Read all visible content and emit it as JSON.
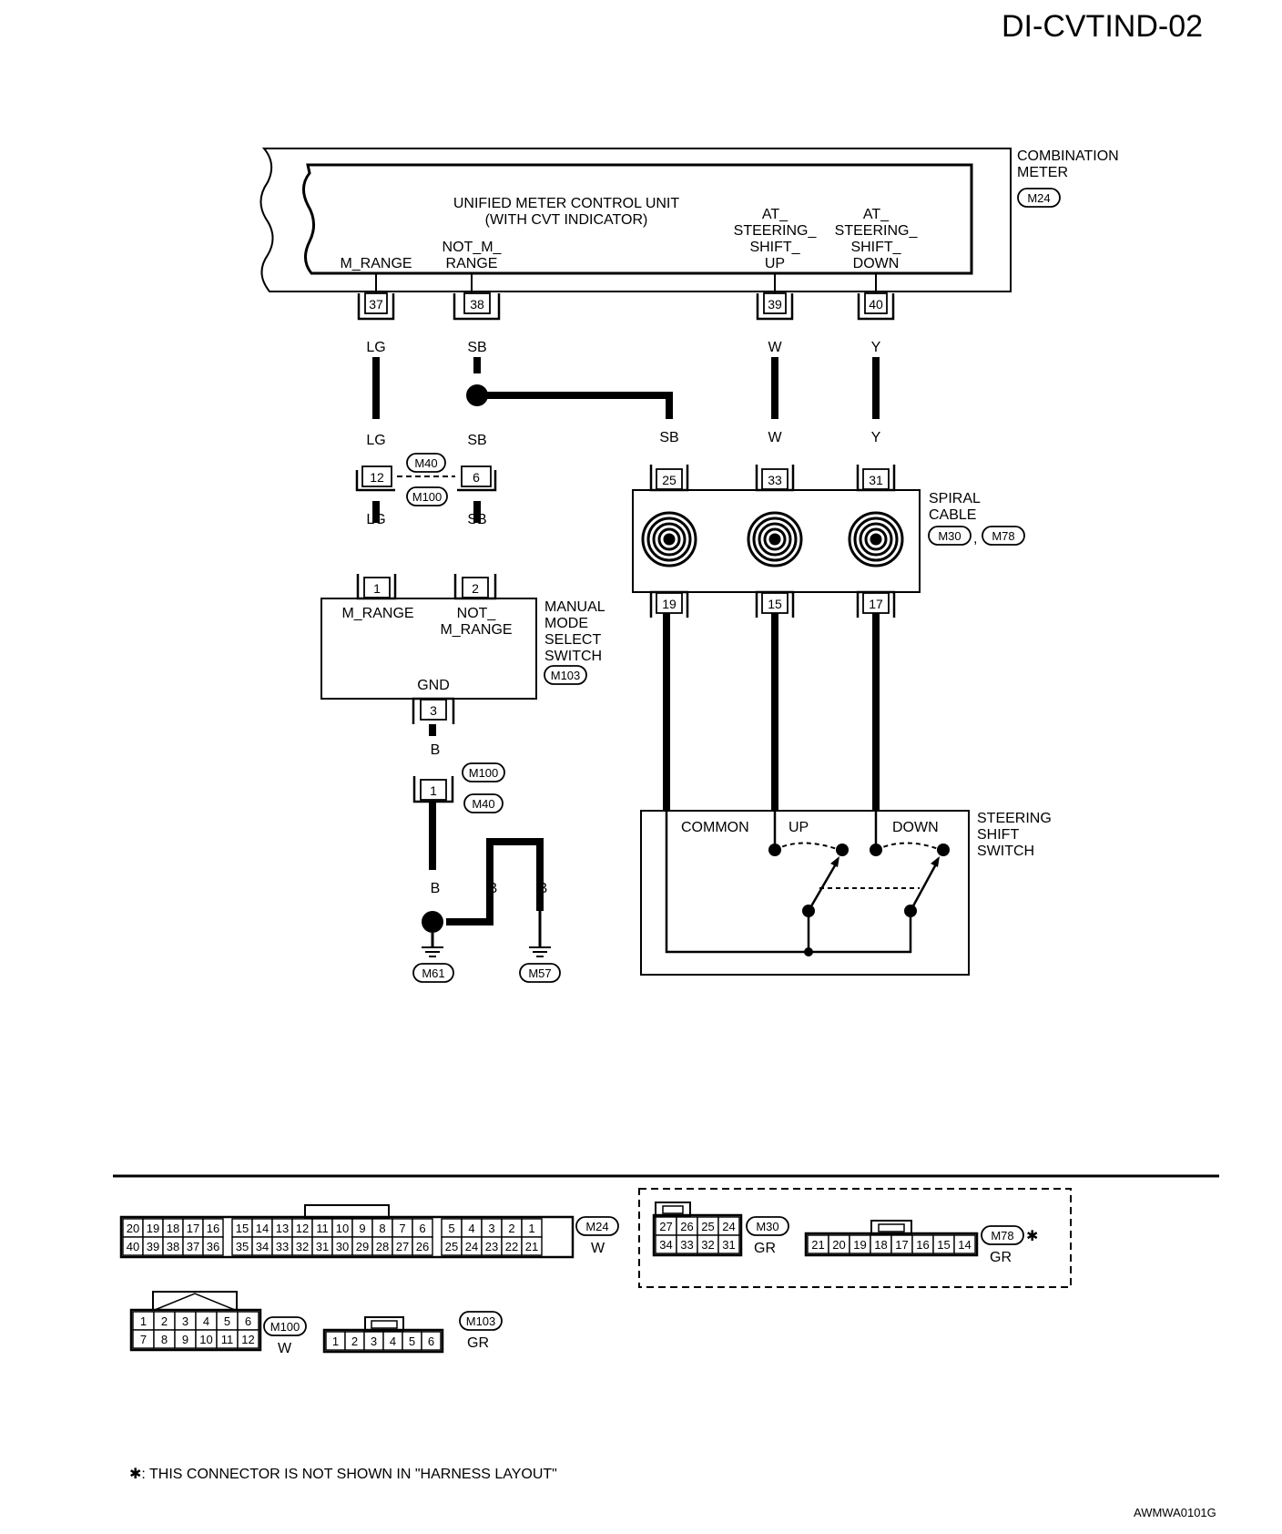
{
  "page": {
    "title": "DI-CVTIND-02",
    "figure_id": "AWMWA0101G",
    "footnote": "✱: THIS CONNECTOR IS NOT SHOWN IN \"HARNESS LAYOUT\""
  },
  "combination_meter": {
    "label_line1": "COMBINATION",
    "label_line2": "METER",
    "connector": "M24",
    "unit_line1": "UNIFIED  METER  CONTROL UNIT",
    "unit_line2": "(WITH CVT INDICATOR)",
    "terminals": [
      {
        "name_line1": "",
        "name_line2": "",
        "name_line3": "M_RANGE",
        "pin": "37",
        "wire": "LG"
      },
      {
        "name_line1": "",
        "name_line2": "NOT_M_",
        "name_line3": "RANGE",
        "pin": "38",
        "wire": "SB"
      },
      {
        "name_line1": "AT_",
        "name_line2": "STEERING_",
        "name_line3": "SHIFT_",
        "name_line4": "UP",
        "pin": "39",
        "wire": "W"
      },
      {
        "name_line1": "AT_",
        "name_line2": "STEERING_",
        "name_line3": "SHIFT_",
        "name_line4": "DOWN",
        "pin": "40",
        "wire": "Y"
      }
    ]
  },
  "joint_connector": {
    "connector_top": "M40",
    "connector_bottom": "M100",
    "pins": [
      "12",
      "6"
    ],
    "wires_above": [
      "LG",
      "SB"
    ],
    "wires_below": [
      "LG",
      "SB"
    ]
  },
  "spiral_cable": {
    "label_line1": "SPIRAL",
    "label_line2": "CABLE",
    "connectors": [
      "M30",
      "M78"
    ],
    "top_pins": [
      "25",
      "33",
      "31"
    ],
    "bottom_pins": [
      "19",
      "15",
      "17"
    ],
    "wires_top": [
      "SB",
      "W",
      "Y"
    ]
  },
  "manual_mode_switch": {
    "label_line1": "MANUAL",
    "label_line2": "MODE",
    "label_line3": "SELECT",
    "label_line4": "SWITCH",
    "connector": "M103",
    "term1": "M_RANGE",
    "term2_line1": "NOT_",
    "term2_line2": "M_RANGE",
    "gnd": "GND",
    "pins": [
      "1",
      "2",
      "3"
    ],
    "wire_gnd": "B"
  },
  "ground_joint": {
    "connector_top": "M100",
    "connector_bottom": "M40",
    "pin": "1",
    "wires": [
      "B",
      "B",
      "B"
    ],
    "grounds": [
      "M61",
      "M57"
    ]
  },
  "steering_shift_switch": {
    "label_line1": "STEERING",
    "label_line2": "SHIFT",
    "label_line3": "SWITCH",
    "terminals": [
      "COMMON",
      "UP",
      "DOWN"
    ]
  },
  "connector_faces": {
    "m24": {
      "id": "M24",
      "color": "W",
      "row1": [
        "20",
        "19",
        "18",
        "17",
        "16",
        "15",
        "14",
        "13",
        "12",
        "11",
        "10",
        "9",
        "8",
        "7",
        "6",
        "5",
        "4",
        "3",
        "2",
        "1"
      ],
      "row2": [
        "40",
        "39",
        "38",
        "37",
        "36",
        "35",
        "34",
        "33",
        "32",
        "31",
        "30",
        "29",
        "28",
        "27",
        "26",
        "25",
        "24",
        "23",
        "22",
        "21"
      ]
    },
    "m30": {
      "id": "M30",
      "color": "GR",
      "row1": [
        "27",
        "26",
        "25",
        "24"
      ],
      "row2": [
        "34",
        "33",
        "32",
        "31"
      ]
    },
    "m78": {
      "id": "M78",
      "color": "GR",
      "star": "✱",
      "row1": [
        "21",
        "20",
        "19",
        "18",
        "17",
        "16",
        "15",
        "14"
      ]
    },
    "m100": {
      "id": "M100",
      "color": "W",
      "row1": [
        "1",
        "2",
        "3",
        "4",
        "5",
        "6"
      ],
      "row2": [
        "7",
        "8",
        "9",
        "10",
        "11",
        "12"
      ]
    },
    "m103": {
      "id": "M103",
      "color": "GR",
      "row1": [
        "1",
        "2",
        "3",
        "4",
        "5",
        "6"
      ]
    }
  }
}
